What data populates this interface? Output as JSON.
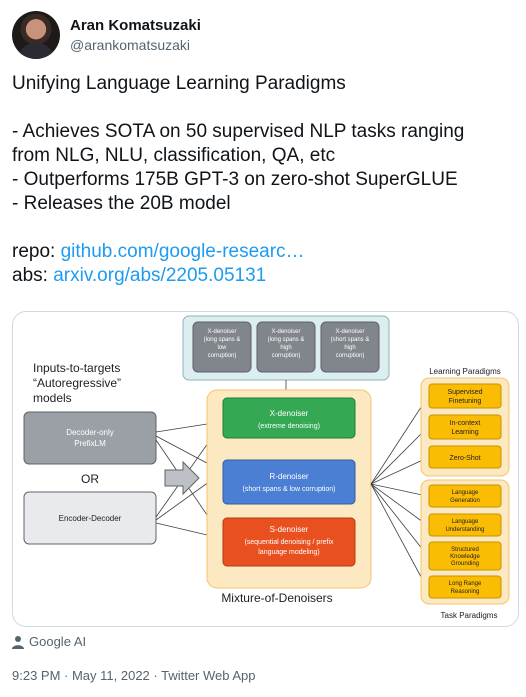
{
  "author": {
    "name": "Aran Komatsuzaki",
    "handle": "@arankomatsuzaki"
  },
  "tweet": {
    "title": "Unifying Language Learning Paradigms",
    "bullets": [
      "- Achieves SOTA on 50 supervised NLP tasks ranging",
      "from NLG, NLU, classification, QA, etc",
      "- Outperforms 175B GPT-3 on zero-shot SuperGLUE",
      "- Releases the 20B model"
    ],
    "repo_label": "repo: ",
    "repo_link": "github.com/google-researc…",
    "abs_label": "abs: ",
    "abs_link": "arxiv.org/abs/2205.05131"
  },
  "figure": {
    "left_title": [
      "Inputs-to-targets",
      "“Autoregressive”",
      "models"
    ],
    "decoder_only": [
      "Decoder-only",
      "PrefixLM"
    ],
    "or_label": "OR",
    "encoder_decoder": "Encoder-Decoder",
    "top_denoisers": [
      [
        "X-denoiser",
        "(long spans &",
        "low",
        "corruption)"
      ],
      [
        "X-denoiser",
        "(long spans &",
        "high",
        "corruption)"
      ],
      [
        "X-denoiser",
        "(short spans &",
        "high",
        "corruption)"
      ]
    ],
    "x_denoiser": [
      "X-denoiser",
      "(extreme denoising)"
    ],
    "r_denoiser": [
      "R-denoiser",
      "(short spans & low corruption)"
    ],
    "s_denoiser": [
      "S-denoiser",
      "(sequential denoising / prefix",
      "language modeling)"
    ],
    "mixture_label": "Mixture-of-Denoisers",
    "learning_paradigms_title": "Learning Paradigms",
    "learning_paradigms": [
      [
        "Supervised",
        "Finetuning"
      ],
      [
        "In-context",
        "Learning"
      ],
      [
        "Zero-Shot"
      ]
    ],
    "task_paradigms": [
      [
        "Language",
        "Generation"
      ],
      [
        "Language",
        "Understanding"
      ],
      [
        "Structured",
        "Knowledge",
        "Grounding"
      ],
      [
        "Long Range",
        "Reasoning"
      ]
    ],
    "task_paradigms_title": "Task Paradigms",
    "colors": {
      "peach": "#fde9c1",
      "grey_box": "#9aa0a6",
      "light_grey_box": "#e8eaed",
      "green": "#34a853",
      "blue": "#4a7fd4",
      "orange": "#e8501f",
      "yellow": "#fbbc04",
      "teal_panel": "#dceef0",
      "dark_grey": "#5f6368"
    }
  },
  "source": {
    "icon": "person-icon",
    "label": "Google AI"
  },
  "meta": {
    "text": "9:23 PM · May 11, 2022 · Twitter Web App"
  }
}
